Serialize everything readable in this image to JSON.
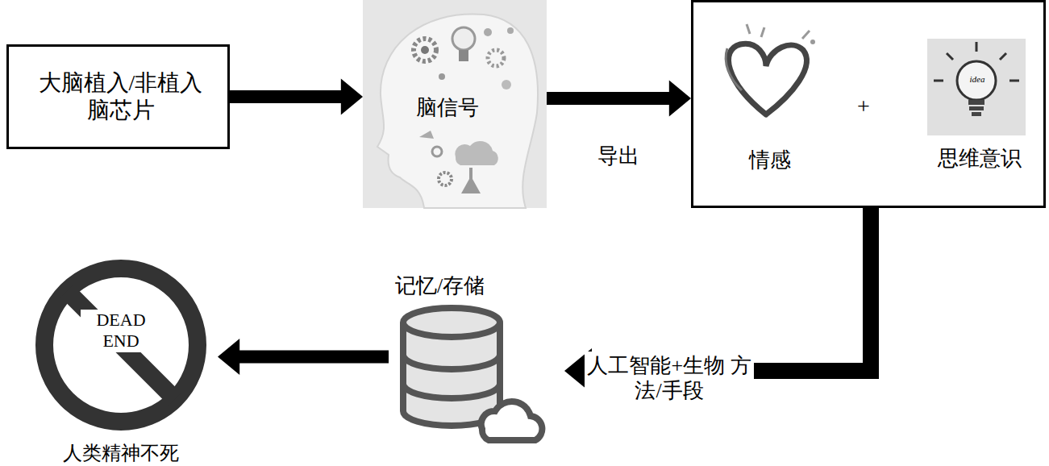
{
  "diagram": {
    "nodes": [
      {
        "text": [
          "大脑植入/非植入 脑芯片"
        ]
      },
      {
        "text": [
          "脑信号"
        ]
      },
      {
        "text": [
          "+"
        ]
      },
      {
        "text": [
          "情感"
        ],
        "in": 2
      },
      {
        "text": [
          "思维意识"
        ],
        "in": 2
      },
      {
        "text": [
          "记忆/存储"
        ]
      },
      {
        "text": [
          "DEAD END",
          "人类精神不死"
        ]
      }
    ],
    "edges": [
      {
        "from": 0,
        "to": 1,
        "arrow": "to"
      },
      {
        "from": 1,
        "to": 2,
        "arrow": "to",
        "label": "导出"
      },
      {
        "from": 2,
        "to": 5,
        "arrow": "to",
        "label": "人工智能+生物 方法/手段"
      },
      {
        "from": 5,
        "to": 6,
        "arrow": "to"
      }
    ],
    "labels": [
      "idea"
    ]
  }
}
